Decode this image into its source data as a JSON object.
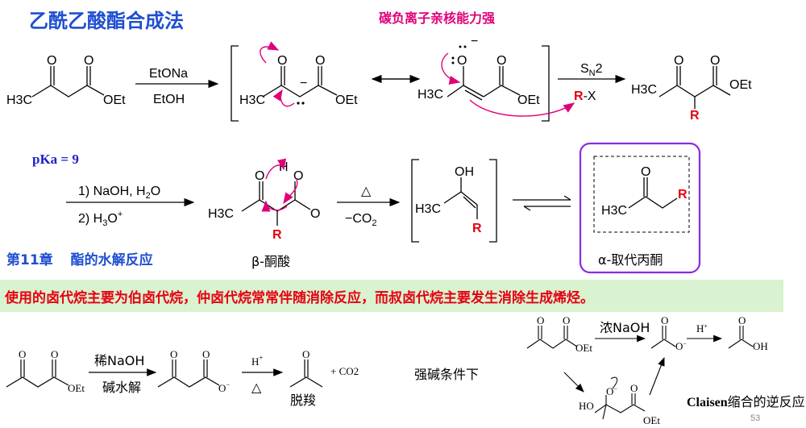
{
  "header": {
    "title": "乙酰乙酸酯合成法",
    "subtitle": "碳负离子亲核能力强"
  },
  "scheme1": {
    "reagent_top": "EtONa",
    "reagent_bottom": "EtOH",
    "sn2_label": "SN2",
    "alkyl_halide": "R-X",
    "groups": {
      "oet": "OEt",
      "h3c": "H3C",
      "r": "R",
      "o": "O"
    }
  },
  "scheme2": {
    "pka": "pKa = 9",
    "step1": "1) NaOH, H2O",
    "step2": "2) H3O+",
    "heat": "△",
    "co2": "−CO2",
    "beta_keto_acid": "β-酮酸",
    "product_label": "α-取代丙酮"
  },
  "chapter_note": {
    "chapter": "第11章",
    "topic": "酯的水解反应"
  },
  "highlight_text": "使用的卤代烷主要为伯卤代烷，仲卤代烷常常伴随消除反应，而叔卤代烷主要发生消除生成烯烃。",
  "scheme3": {
    "dilute_naoh": "稀NaOH",
    "base_hydrolysis": "碱水解",
    "h_plus": "H+",
    "heat": "△",
    "decarboxylation": "脱羧",
    "co2": "+ CO2"
  },
  "scheme4": {
    "condition": "强碱条件下",
    "conc_naoh": "浓NaOH",
    "h_plus": "H+",
    "claisen": "Claisen缩合的逆反应"
  },
  "page_number": "53",
  "colors": {
    "title_blue": "#1f4fd1",
    "magenta": "#e0007a",
    "red": "#e60012",
    "band_green": "#d9f2cf",
    "box_purple": "#8a2be2"
  }
}
